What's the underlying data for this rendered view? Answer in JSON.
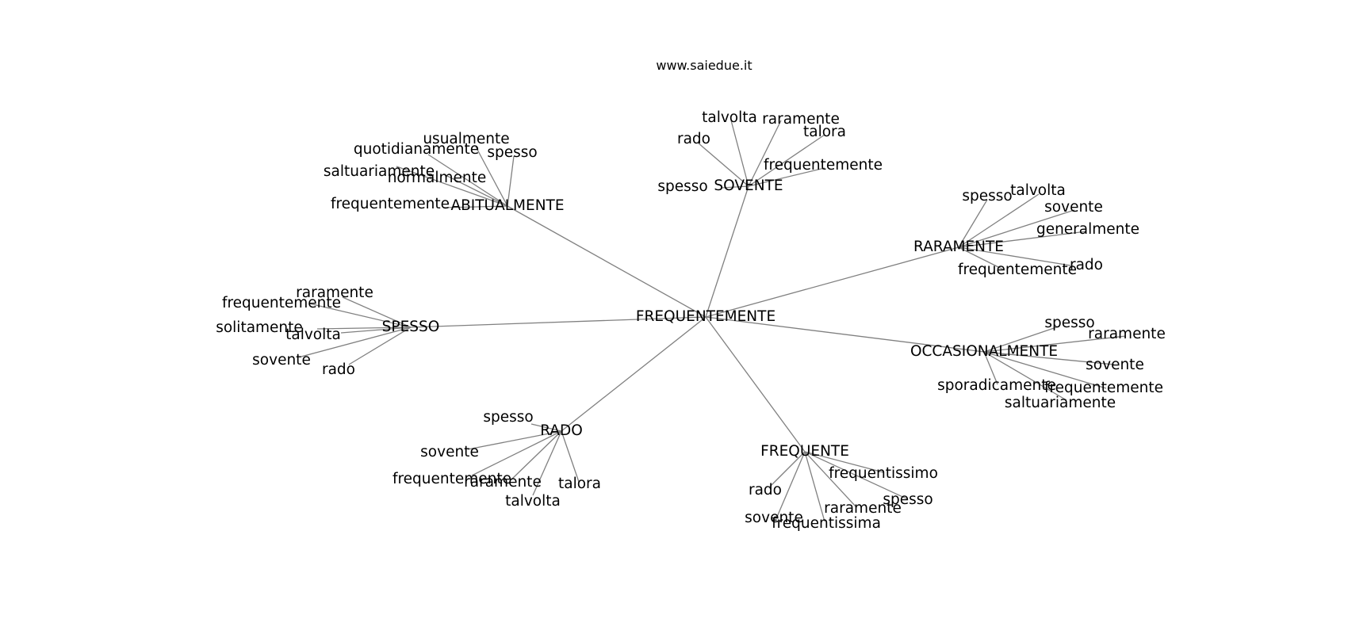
{
  "header": {
    "site": "www.saiedue.it"
  },
  "colors": {
    "edge": "#808080",
    "text": "#000000",
    "background": "#ffffff"
  },
  "graph": {
    "center": "FREQUENTEMENTE",
    "hubs": [
      {
        "label": "ABITUALMENTE",
        "leaves": [
          "usualmente",
          "quotidianamente",
          "spesso",
          "saltuariamente",
          "normalmente",
          "frequentemente"
        ]
      },
      {
        "label": "SOVENTE",
        "leaves": [
          "talvolta",
          "raramente",
          "talora",
          "rado",
          "frequentemente",
          "spesso"
        ]
      },
      {
        "label": "RARAMENTE",
        "leaves": [
          "spesso",
          "talvolta",
          "sovente",
          "generalmente",
          "rado",
          "frequentemente"
        ]
      },
      {
        "label": "SPESSO",
        "leaves": [
          "raramente",
          "frequentemente",
          "solitamente",
          "talvolta",
          "sovente",
          "rado"
        ]
      },
      {
        "label": "OCCASIONALMENTE",
        "leaves": [
          "spesso",
          "raramente",
          "sovente",
          "frequentemente",
          "sporadicamente",
          "saltuariamente"
        ]
      },
      {
        "label": "RADO",
        "leaves": [
          "spesso",
          "sovente",
          "frequentemente",
          "raramente",
          "talora",
          "talvolta"
        ]
      },
      {
        "label": "FREQUENTE",
        "leaves": [
          "frequentissimo",
          "spesso",
          "raramente",
          "rado",
          "sovente",
          "frequentissima"
        ]
      }
    ]
  }
}
